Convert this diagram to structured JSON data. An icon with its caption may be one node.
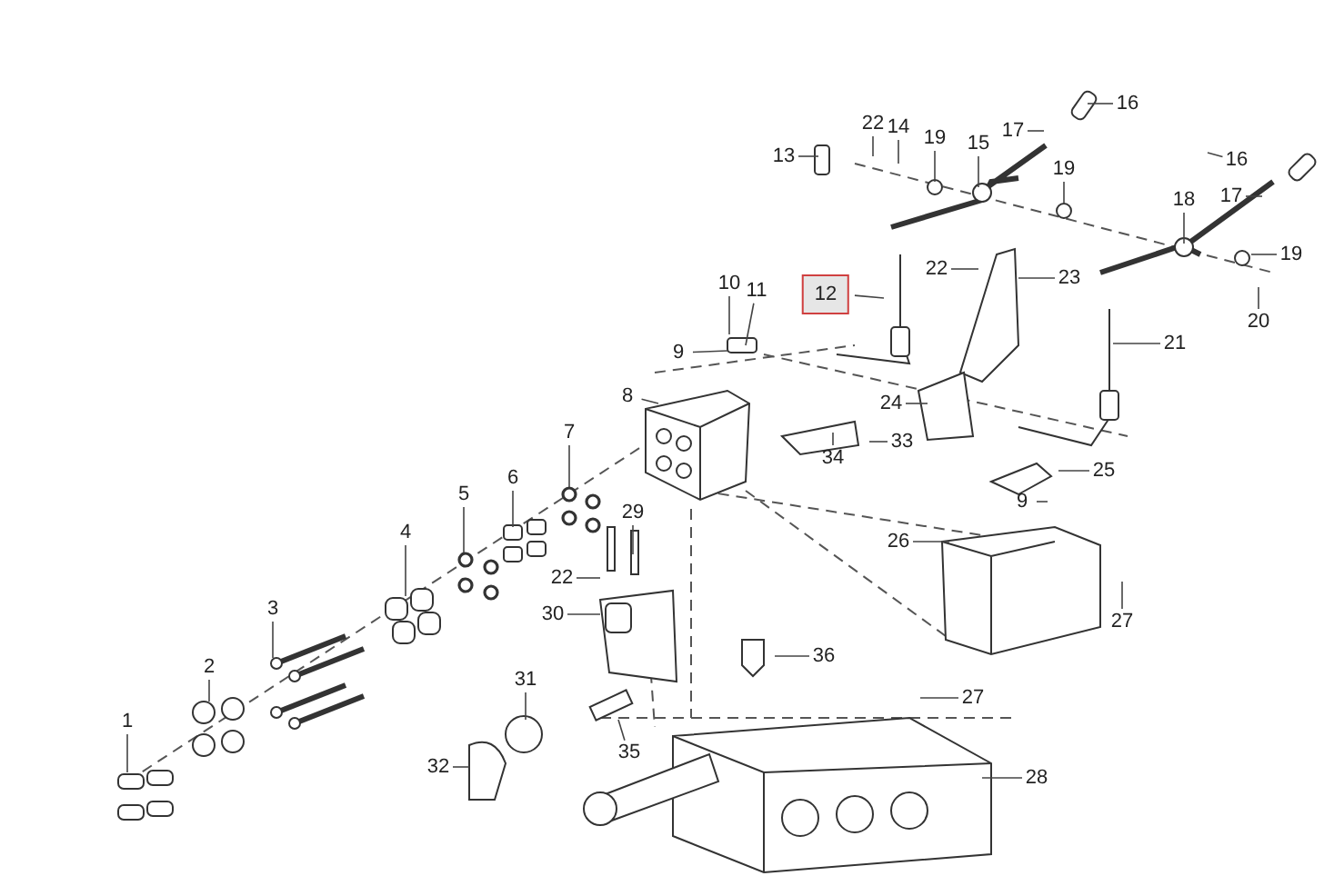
{
  "diagram": {
    "nodes": [
      {
        "text": [
          "1"
        ]
      },
      {
        "text": [
          "2"
        ]
      },
      {
        "text": [
          "3"
        ]
      },
      {
        "text": [
          "4"
        ]
      },
      {
        "text": [
          "5"
        ]
      },
      {
        "text": [
          "6"
        ]
      },
      {
        "text": [
          "7"
        ]
      },
      {
        "text": [
          "8"
        ]
      },
      {
        "text": [
          "9"
        ]
      },
      {
        "text": [
          "10"
        ]
      },
      {
        "text": [
          "11"
        ]
      },
      {
        "text": [
          "12"
        ]
      },
      {
        "text": [
          "13"
        ]
      },
      {
        "text": [
          "22"
        ]
      },
      {
        "text": [
          "14"
        ]
      },
      {
        "text": [
          "19"
        ]
      },
      {
        "text": [
          "15"
        ]
      },
      {
        "text": [
          "17"
        ]
      },
      {
        "text": [
          "16"
        ]
      },
      {
        "text": [
          "19"
        ]
      },
      {
        "text": [
          "16"
        ]
      },
      {
        "text": [
          "17"
        ]
      },
      {
        "text": [
          "18"
        ]
      },
      {
        "text": [
          "19"
        ]
      },
      {
        "text": [
          "20"
        ]
      },
      {
        "text": [
          "22"
        ]
      },
      {
        "text": [
          "23"
        ]
      },
      {
        "text": [
          "21"
        ]
      },
      {
        "text": [
          "24"
        ]
      },
      {
        "text": [
          "33"
        ]
      },
      {
        "text": [
          "34"
        ]
      },
      {
        "text": [
          "25"
        ]
      },
      {
        "text": [
          "9"
        ]
      },
      {
        "text": [
          "26"
        ]
      },
      {
        "text": [
          "27"
        ]
      },
      {
        "text": [
          "29"
        ]
      },
      {
        "text": [
          "22"
        ]
      },
      {
        "text": [
          "30"
        ]
      },
      {
        "text": [
          "36"
        ]
      },
      {
        "text": [
          "31"
        ]
      },
      {
        "text": [
          "27"
        ]
      },
      {
        "text": [
          "32"
        ]
      },
      {
        "text": [
          "35"
        ]
      },
      {
        "text": [
          "28"
        ]
      }
    ],
    "edges": [
      {
        "from": 0,
        "to": null,
        "arrow": "none"
      },
      {
        "from": 1,
        "to": null,
        "arrow": "none"
      },
      {
        "from": 2,
        "to": null,
        "arrow": "none"
      },
      {
        "from": 3,
        "to": null,
        "arrow": "none"
      },
      {
        "from": 4,
        "to": null,
        "arrow": "none"
      },
      {
        "from": 5,
        "to": null,
        "arrow": "none"
      },
      {
        "from": 6,
        "to": null,
        "arrow": "none"
      },
      {
        "from": 7,
        "to": null,
        "arrow": "none"
      },
      {
        "from": 8,
        "to": null,
        "arrow": "none"
      },
      {
        "from": 9,
        "to": null,
        "arrow": "none"
      },
      {
        "from": 10,
        "to": null,
        "arrow": "none"
      },
      {
        "from": 11,
        "to": null,
        "arrow": "none"
      },
      {
        "from": 12,
        "to": null,
        "arrow": "none"
      },
      {
        "from": 13,
        "to": null,
        "arrow": "none"
      },
      {
        "from": 14,
        "to": null,
        "arrow": "none"
      },
      {
        "from": 15,
        "to": null,
        "arrow": "none"
      },
      {
        "from": 16,
        "to": null,
        "arrow": "none"
      },
      {
        "from": 17,
        "to": null,
        "arrow": "none"
      },
      {
        "from": 18,
        "to": null,
        "arrow": "none"
      },
      {
        "from": 19,
        "to": null,
        "arrow": "none"
      },
      {
        "from": 20,
        "to": null,
        "arrow": "none"
      },
      {
        "from": 21,
        "to": null,
        "arrow": "none"
      },
      {
        "from": 22,
        "to": null,
        "arrow": "none"
      },
      {
        "from": 23,
        "to": null,
        "arrow": "none"
      },
      {
        "from": 24,
        "to": null,
        "arrow": "none"
      },
      {
        "from": 25,
        "to": null,
        "arrow": "none"
      },
      {
        "from": 26,
        "to": null,
        "arrow": "none"
      },
      {
        "from": 27,
        "to": null,
        "arrow": "none"
      },
      {
        "from": 28,
        "to": null,
        "arrow": "none"
      },
      {
        "from": 29,
        "to": null,
        "arrow": "none"
      },
      {
        "from": 30,
        "to": null,
        "arrow": "none"
      },
      {
        "from": 31,
        "to": null,
        "arrow": "none"
      },
      {
        "from": 32,
        "to": null,
        "arrow": "none"
      },
      {
        "from": 33,
        "to": null,
        "arrow": "none"
      },
      {
        "from": 34,
        "to": null,
        "arrow": "none"
      },
      {
        "from": 35,
        "to": null,
        "arrow": "none"
      },
      {
        "from": 36,
        "to": null,
        "arrow": "none"
      },
      {
        "from": 37,
        "to": null,
        "arrow": "none"
      },
      {
        "from": 38,
        "to": null,
        "arrow": "none"
      },
      {
        "from": 39,
        "to": null,
        "arrow": "none"
      },
      {
        "from": 40,
        "to": null,
        "arrow": "none"
      },
      {
        "from": 41,
        "to": null,
        "arrow": "none"
      },
      {
        "from": 42,
        "to": null,
        "arrow": "none"
      },
      {
        "from": 43,
        "to": null,
        "arrow": "none"
      }
    ]
  }
}
